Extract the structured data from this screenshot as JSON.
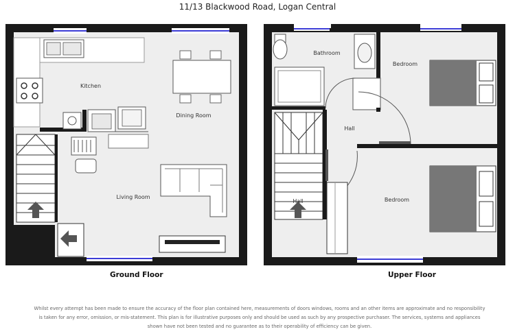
{
  "title": "11/13 Blackwood Road, Logan Central",
  "rooms": {
    "kitchen": "Kitchen",
    "dining": "Dining Room",
    "living": "Living Room",
    "bathroom": "Bathroom",
    "bedroom1": "Bedroom",
    "hall_upper": "Hall",
    "hall_lower": "Hall",
    "bedroom2": "Bedroom"
  },
  "floors": {
    "ground": "Ground Floor",
    "upper": "Upper Floor"
  },
  "disclaimer": "Whilst every attempt has been made to ensure the accuracy of the floor plan contained here, measurements of doors windows, rooms and an other items are approximate and no responsibility is taken for any error, omission, or mis-statement. This plan is for illustrative purposes only and should be used as such by any prospective purchaser. The services, systems and appliances shown have not been tested and no guarantee as to their operability of efficiency can be given.",
  "colors": {
    "wall": "#1a1a1a",
    "floor": "#eeeeee",
    "window": "#3b3bd6",
    "bed": "#777777"
  }
}
